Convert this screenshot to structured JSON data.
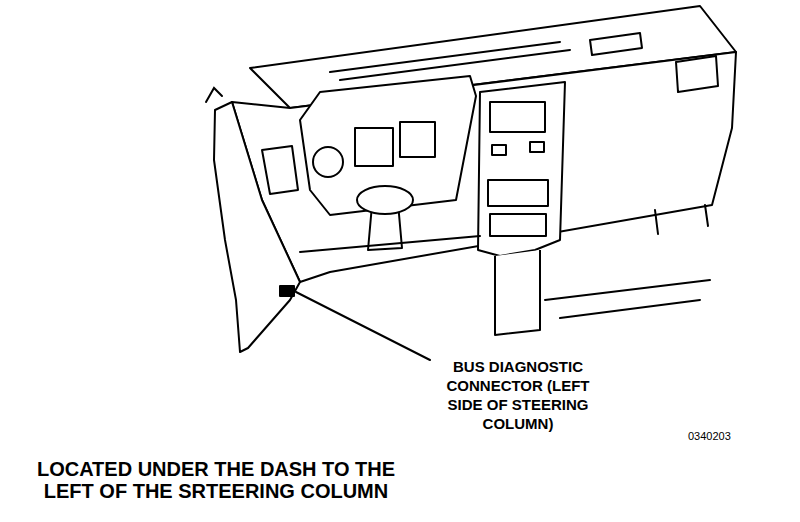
{
  "diagram": {
    "caption": "LOCATED UNDER THE DASH TO THE LEFT OF THE SRTEERING COLUMN",
    "labels": [
      "BUS DIAGNOSTIC CONNECTOR (LEFT SIDE OF STEERING COLUMN)",
      "0340203"
    ]
  }
}
